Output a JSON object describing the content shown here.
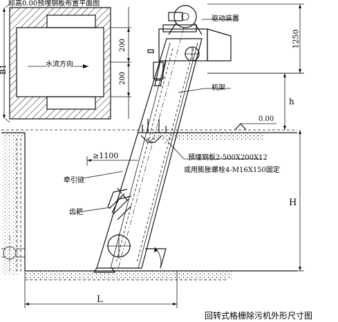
{
  "labels": {
    "plan_title": "标高0.00预埋钢板布置平面图",
    "water_flow": "水流方向",
    "drive_unit": "驱动装置",
    "frame": "机架",
    "embedded_plate": "预埋钢板2-500X200X12",
    "or_bolts": "或用膨胀螺栓4-M16X150固定",
    "guide_chain": "牵引链",
    "rake_teeth": "齿耙",
    "caption": "回转式格栅除污机外形尺寸图"
  },
  "dimensions": {
    "b1": "B1",
    "d200a": "200",
    "d200b": "200",
    "d1250": "1250",
    "h_small": "h",
    "h_big": "H",
    "l": "L",
    "ge1100": "≥1100",
    "level": "0.00"
  }
}
